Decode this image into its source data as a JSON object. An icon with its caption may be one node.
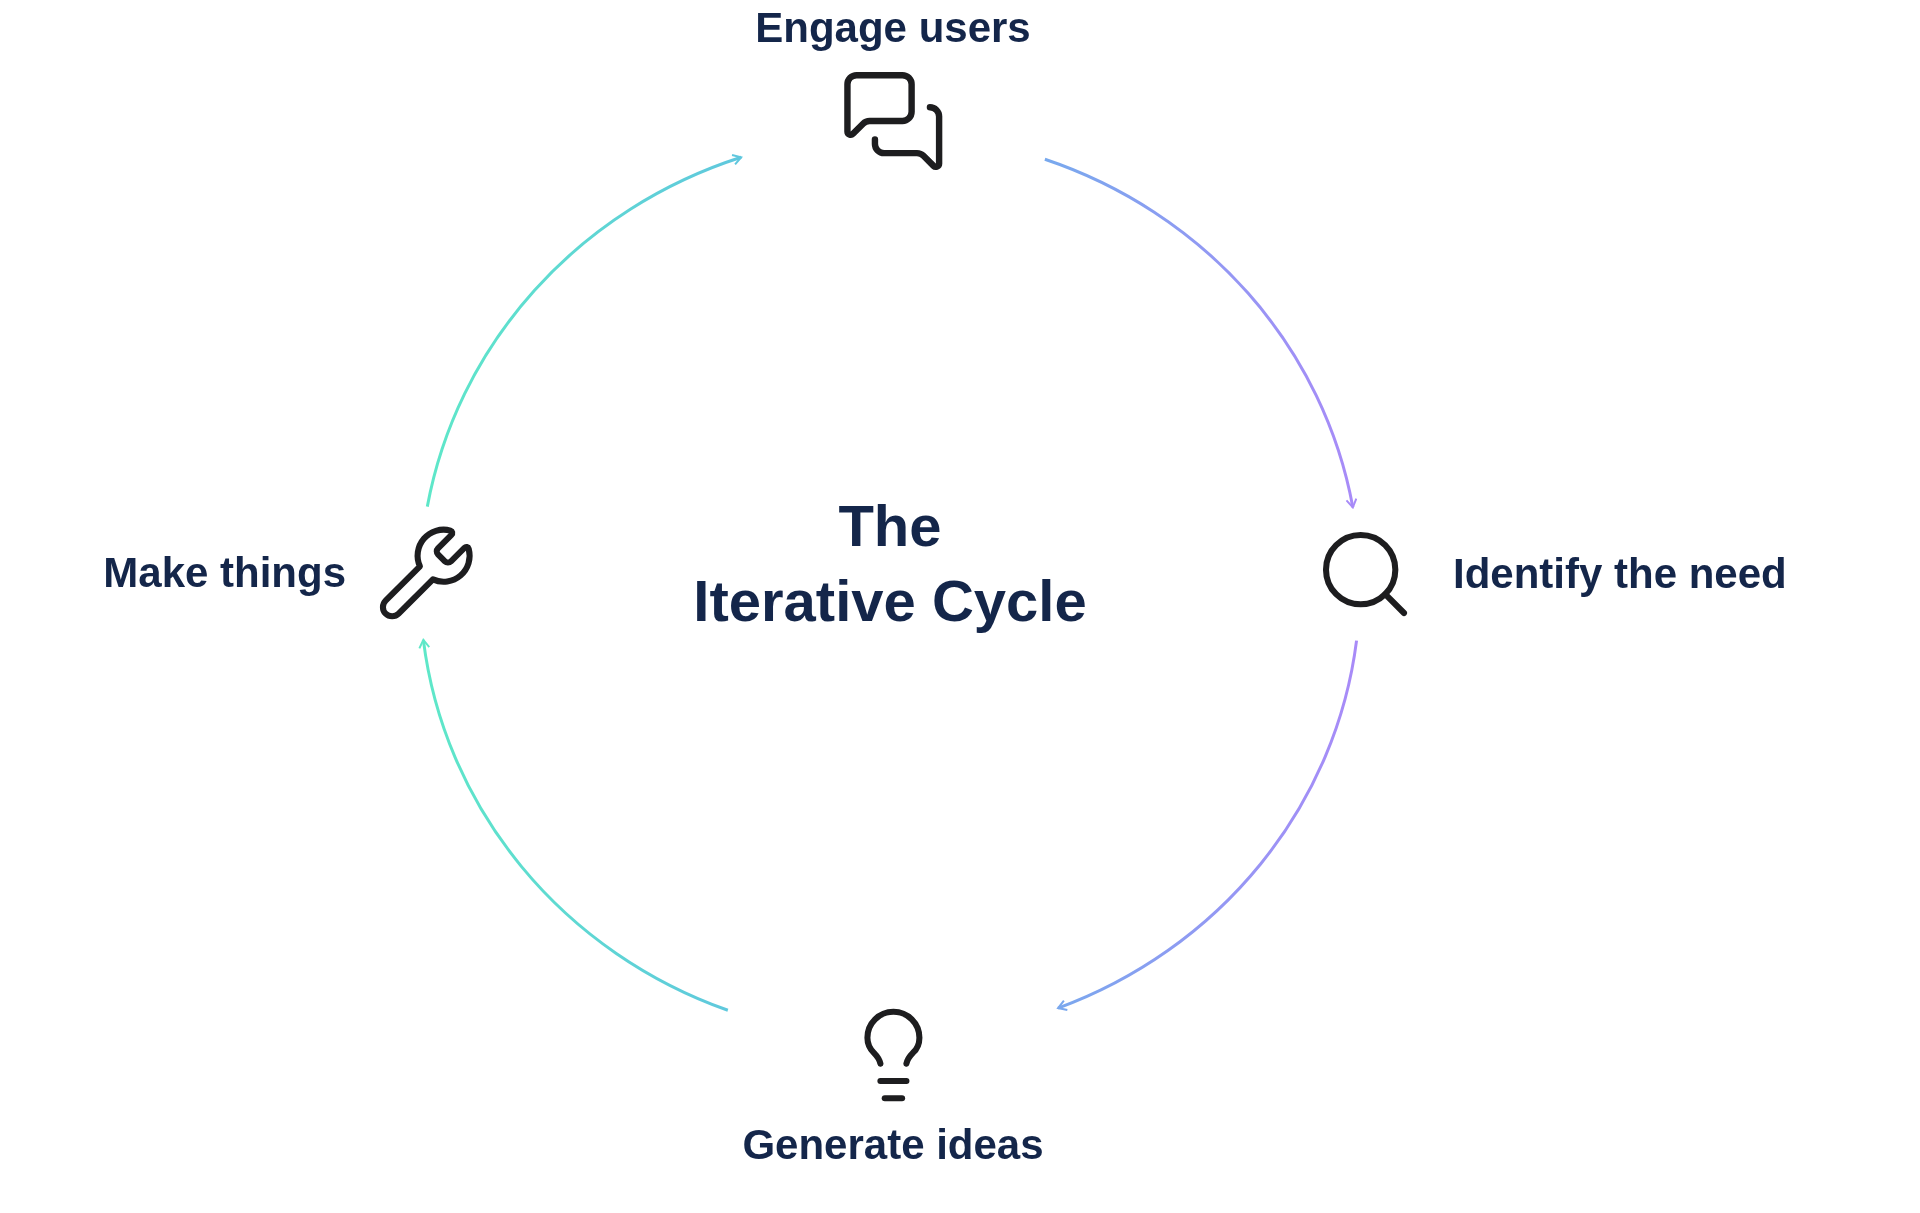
{
  "diagram": {
    "title": "The Iterative Cycle",
    "nodes": [
      {
        "text": [
          "Engage users"
        ]
      },
      {
        "text": [
          "Identify the need"
        ]
      },
      {
        "text": [
          "Generate ideas"
        ]
      },
      {
        "text": [
          "Make things"
        ]
      }
    ],
    "edges": [
      {
        "from": 0,
        "to": 1,
        "arrow": "to"
      },
      {
        "from": 1,
        "to": 2,
        "arrow": "to"
      },
      {
        "from": 2,
        "to": 3,
        "arrow": "to"
      },
      {
        "from": 3,
        "to": 0,
        "arrow": "to"
      }
    ]
  }
}
